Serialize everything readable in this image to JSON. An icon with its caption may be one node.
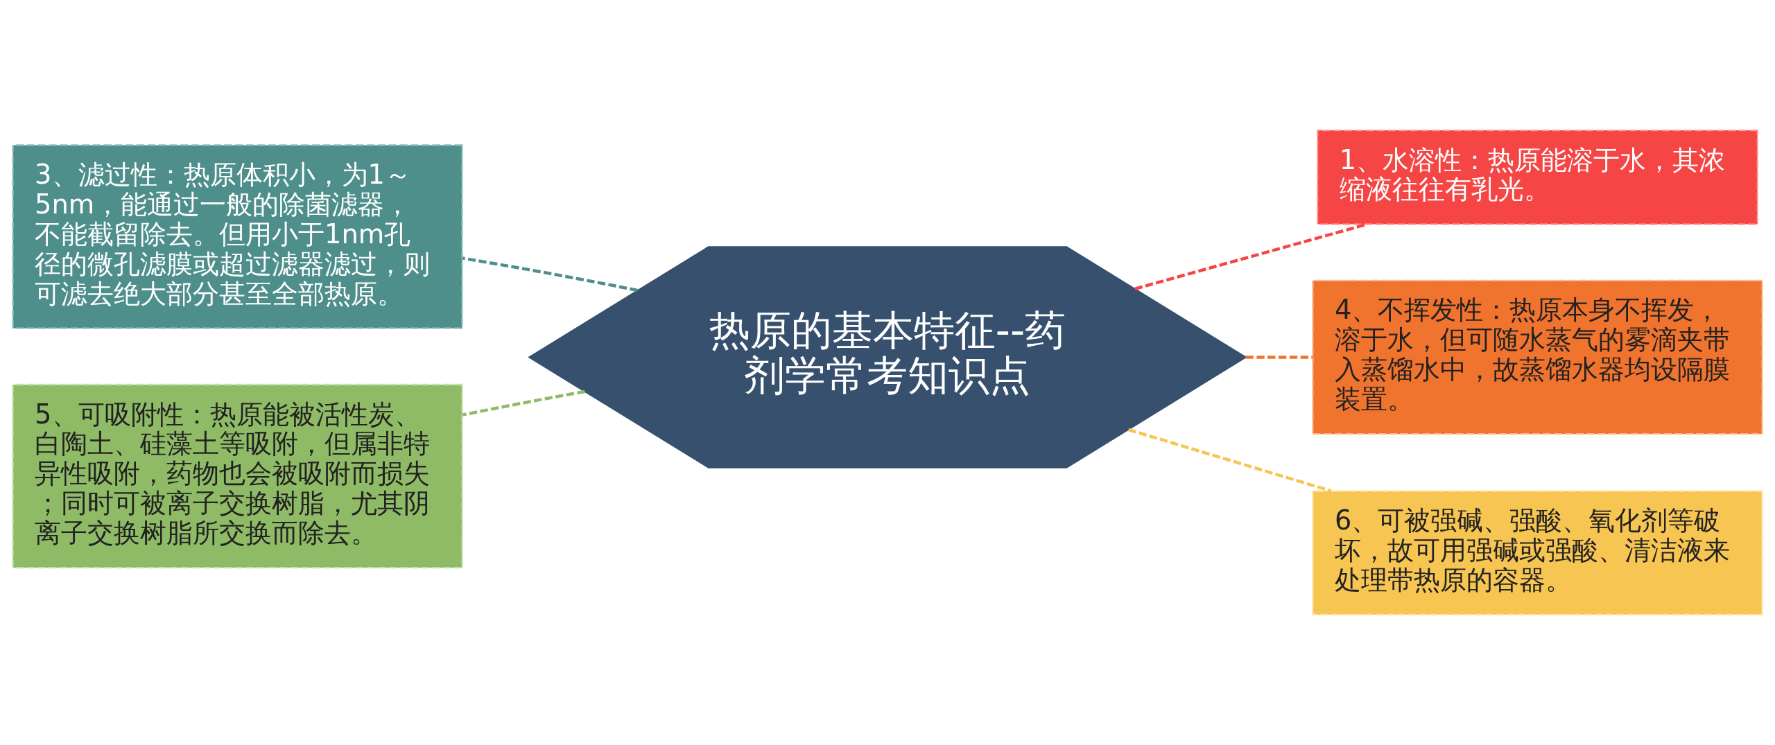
{
  "diagram": {
    "nodes": [
      {
        "text": [
          "热原的基本特征--药剂学常考知识点"
        ]
      },
      {
        "text": [
          "3、滤过性：热原体积小，为1～5nm，能通过一般的除菌滤器，不能截留除去。但用小于1nm孔径的微孔滤膜或超过滤器滤过，则可滤去绝大部分甚至全部热原。"
        ]
      },
      {
        "text": [
          "5、可吸附性：热原能被活性炭、白陶土、硅藻土等吸附，但属非特异性吸附，药物也会被吸附而损失；同时可被离子交换树脂，尤其阴离子交换树脂所交换而除去。"
        ]
      },
      {
        "text": [
          "1、水溶性：热原能溶于水，其浓缩液往往有乳光。"
        ]
      },
      {
        "text": [
          "4、不挥发性：热原本身不挥发，溶于水，但可随水蒸气的雾滴夹带入蒸馏水中，故蒸馏水器均设隔膜装置。"
        ]
      },
      {
        "text": [
          "6、可被强碱、强酸、氧化剂等破坏，故可用强碱或强酸、清洁液来处理带热原的容器。"
        ]
      }
    ],
    "edges": [
      {
        "from": 0,
        "to": 1,
        "arrow": "none",
        "style": "dashed",
        "color": "#4e8f8b"
      },
      {
        "from": 0,
        "to": 2,
        "arrow": "none",
        "style": "dashed",
        "color": "#8fbb66"
      },
      {
        "from": 0,
        "to": 3,
        "arrow": "none",
        "style": "dashed",
        "color": "#f64545"
      },
      {
        "from": 0,
        "to": 4,
        "arrow": "none",
        "style": "dashed",
        "color": "#f0732e"
      },
      {
        "from": 0,
        "to": 5,
        "arrow": "none",
        "style": "dashed",
        "color": "#f7c552"
      }
    ]
  }
}
